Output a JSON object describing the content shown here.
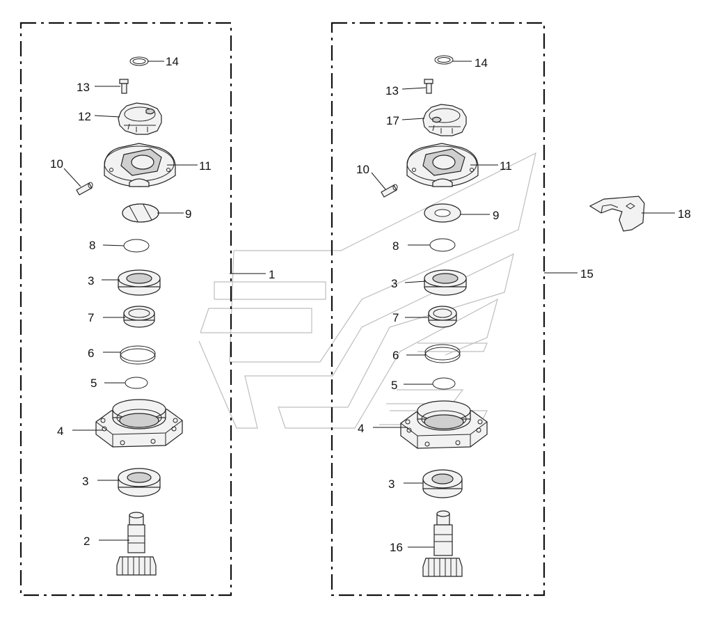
{
  "callouts": {
    "left": {
      "c14": "14",
      "c13": "13",
      "c12": "12",
      "c10": "10",
      "c11": "11",
      "c9": "9",
      "c8": "8",
      "c3a": "3",
      "c7": "7",
      "c6": "6",
      "c5": "5",
      "c4": "4",
      "c3b": "3",
      "c2": "2"
    },
    "right": {
      "c14": "14",
      "c13": "13",
      "c17": "17",
      "c10": "10",
      "c11": "11",
      "c9": "9",
      "c8": "8",
      "c3a": "3",
      "c7": "7",
      "c6": "6",
      "c5": "5",
      "c4": "4",
      "c3b": "3",
      "c16": "16"
    },
    "c1": "1",
    "c15": "15",
    "c18": "18"
  },
  "icons": [
    "retaining-ring-icon",
    "bolt-icon",
    "nut-icon",
    "pin-icon",
    "housing-icon",
    "washer-icon",
    "o-ring-icon",
    "bearing-icon",
    "seal-icon",
    "flange-icon",
    "pinion-shaft-icon",
    "wrench-icon"
  ],
  "colors": {
    "line": "#111111",
    "part_fill": "#f2f2f2",
    "watermark": "#bdbdbd"
  }
}
